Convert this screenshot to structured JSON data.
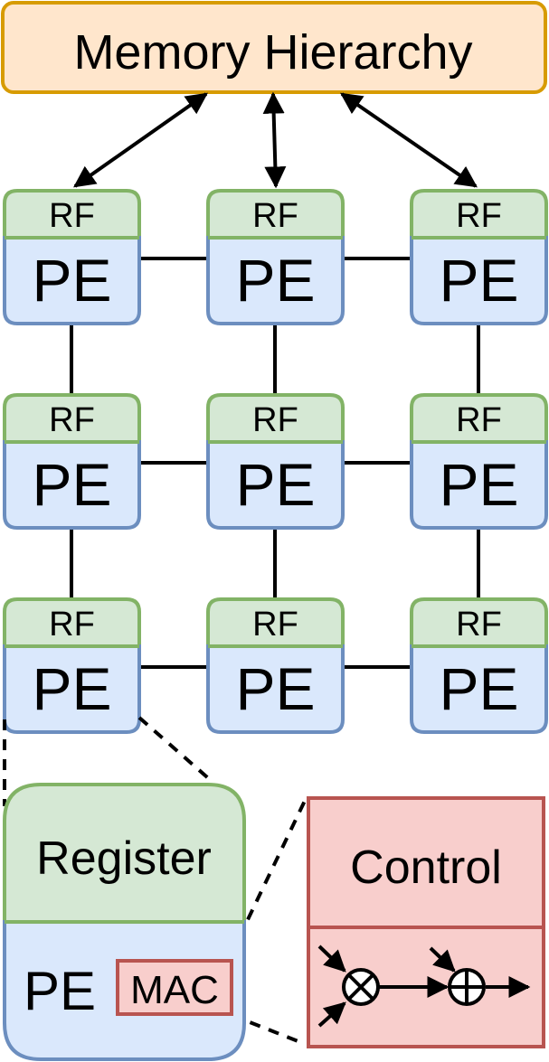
{
  "memory": {
    "label": "Memory Hierarchy"
  },
  "pe_grid": {
    "rf_label": "RF",
    "pe_label": "PE",
    "cells": [
      {
        "row": 0,
        "col": 0
      },
      {
        "row": 0,
        "col": 1
      },
      {
        "row": 0,
        "col": 2
      },
      {
        "row": 1,
        "col": 0
      },
      {
        "row": 1,
        "col": 1
      },
      {
        "row": 1,
        "col": 2
      },
      {
        "row": 2,
        "col": 0
      },
      {
        "row": 2,
        "col": 1
      },
      {
        "row": 2,
        "col": 2
      }
    ]
  },
  "pe_detail": {
    "register_label": "Register",
    "pe_label": "PE",
    "mac_label": "MAC"
  },
  "mac_detail": {
    "control_label": "Control",
    "multiply_symbol": "multiply-circle",
    "add_symbol": "add-circle"
  },
  "colors": {
    "memory_fill": "#FFE6CC",
    "memory_stroke": "#D79B00",
    "rf_fill": "#D5E8D4",
    "rf_stroke": "#82B366",
    "pe_fill": "#DAE8FC",
    "pe_stroke": "#6C8EBF",
    "mac_fill": "#F8CECC",
    "mac_stroke": "#B85450"
  }
}
